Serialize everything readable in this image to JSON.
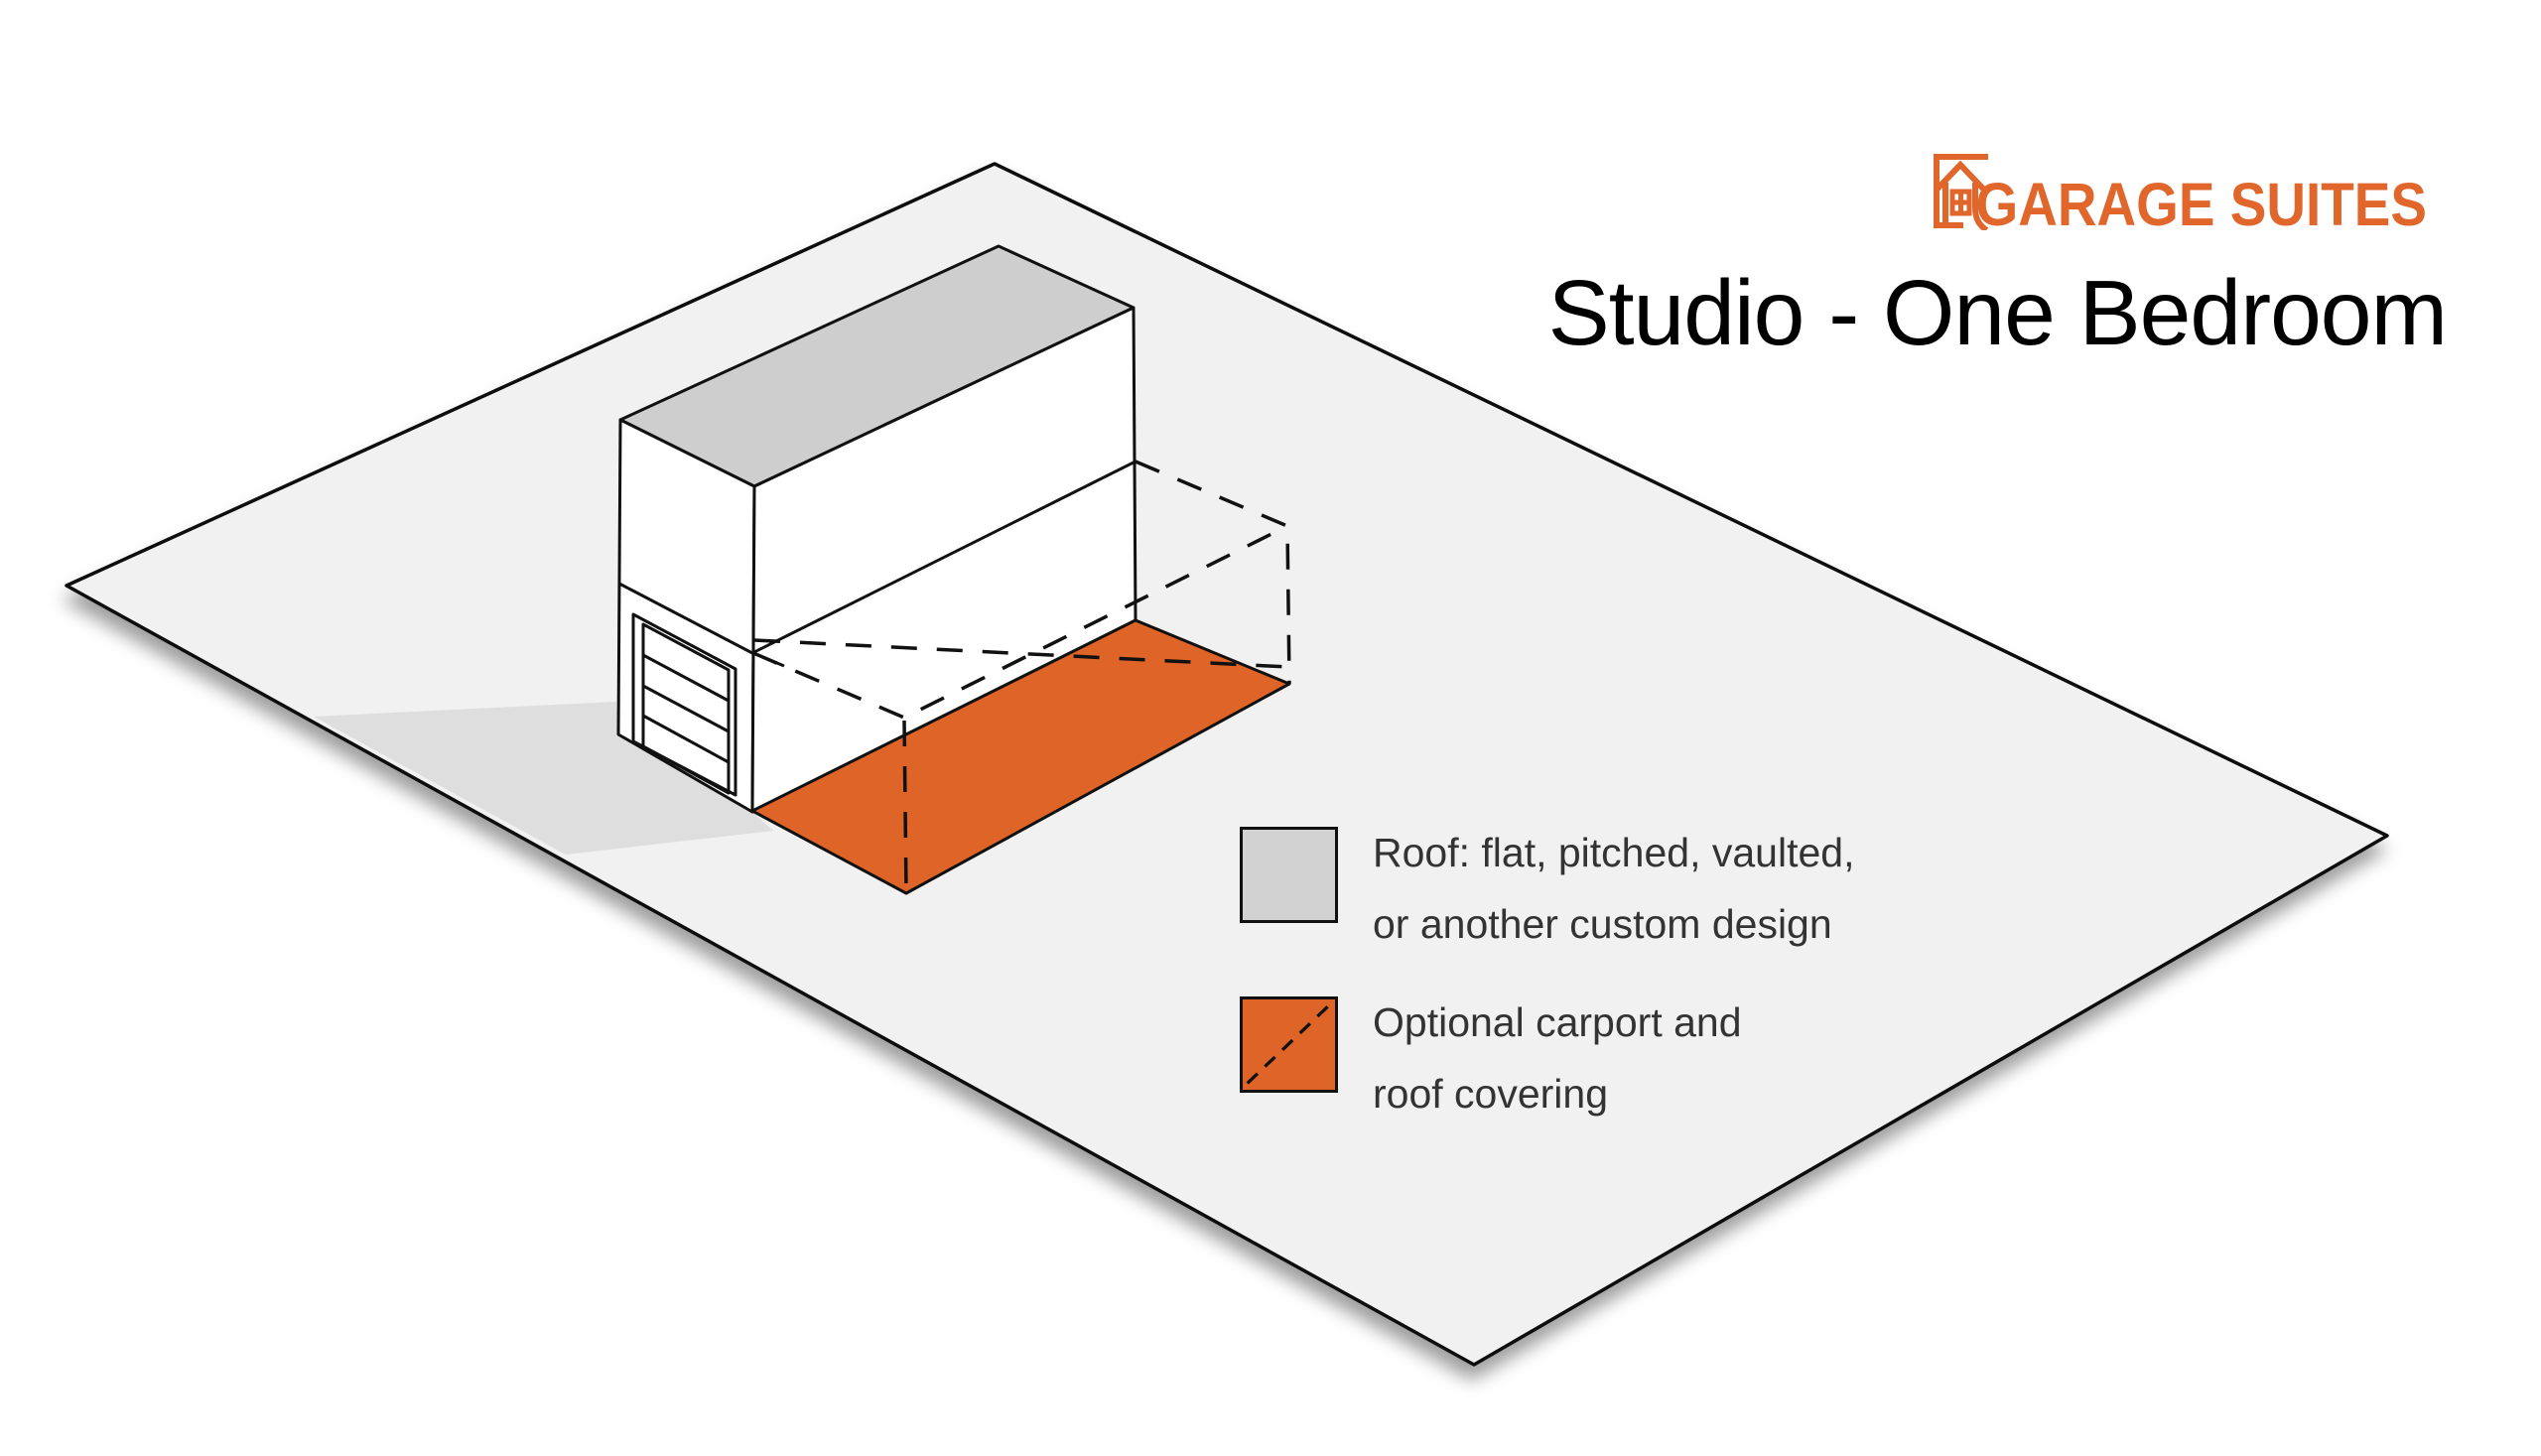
{
  "header": {
    "logo_text": "GARAGE SUITES",
    "title": "Studio - One Bedroom"
  },
  "legend": {
    "items": [
      {
        "swatch": "gray-roof-swatch",
        "label_line1": "Roof: flat, pitched, vaulted,",
        "label_line2": "or another custom design"
      },
      {
        "swatch": "orange-dashed-swatch",
        "label_line1": "Optional carport and",
        "label_line2": "roof covering"
      }
    ]
  },
  "icons": {
    "logo_icon": "house-in-bracket-icon"
  },
  "colors": {
    "brand_orange": "#E0662B",
    "carport_orange": "#DE6428",
    "roof_gray": "#CECECE",
    "swatch_gray": "#D2D2D2",
    "ground_gray": "#F1F1F1",
    "shadow_gray": "#DEDEDE",
    "line": "#111111",
    "text_dark": "#333333",
    "title_black": "#000000"
  }
}
